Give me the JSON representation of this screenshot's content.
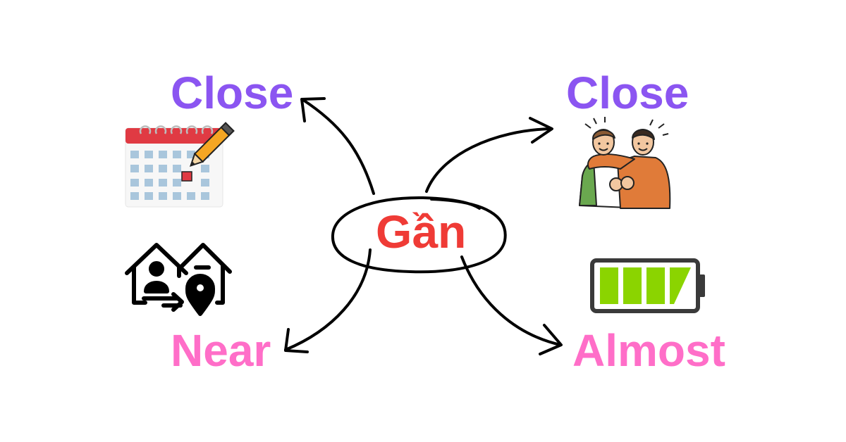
{
  "center": {
    "label": "Gần",
    "color": "#ef3b36"
  },
  "branches": {
    "top_left": {
      "label": "Close",
      "color": "#8b55f1",
      "icon": "calendar-pencil-icon"
    },
    "top_right": {
      "label": "Close",
      "color": "#8b55f1",
      "icon": "two-friends-hugging-icon"
    },
    "bottom_left": {
      "label": "Near",
      "color": "#ff6ec8",
      "icon": "houses-location-pin-icon"
    },
    "bottom_right": {
      "label": "Almost",
      "color": "#ff6ec8",
      "icon": "battery-almost-full-icon"
    }
  },
  "colors": {
    "ink": "#000000",
    "calendar_red": "#e03a43",
    "calendar_cell": "#a9c6dc",
    "pencil_orange": "#f5a623",
    "battery_green": "#8bd400",
    "shirt_green": "#6aa84f",
    "shirt_orange": "#e07b39"
  }
}
